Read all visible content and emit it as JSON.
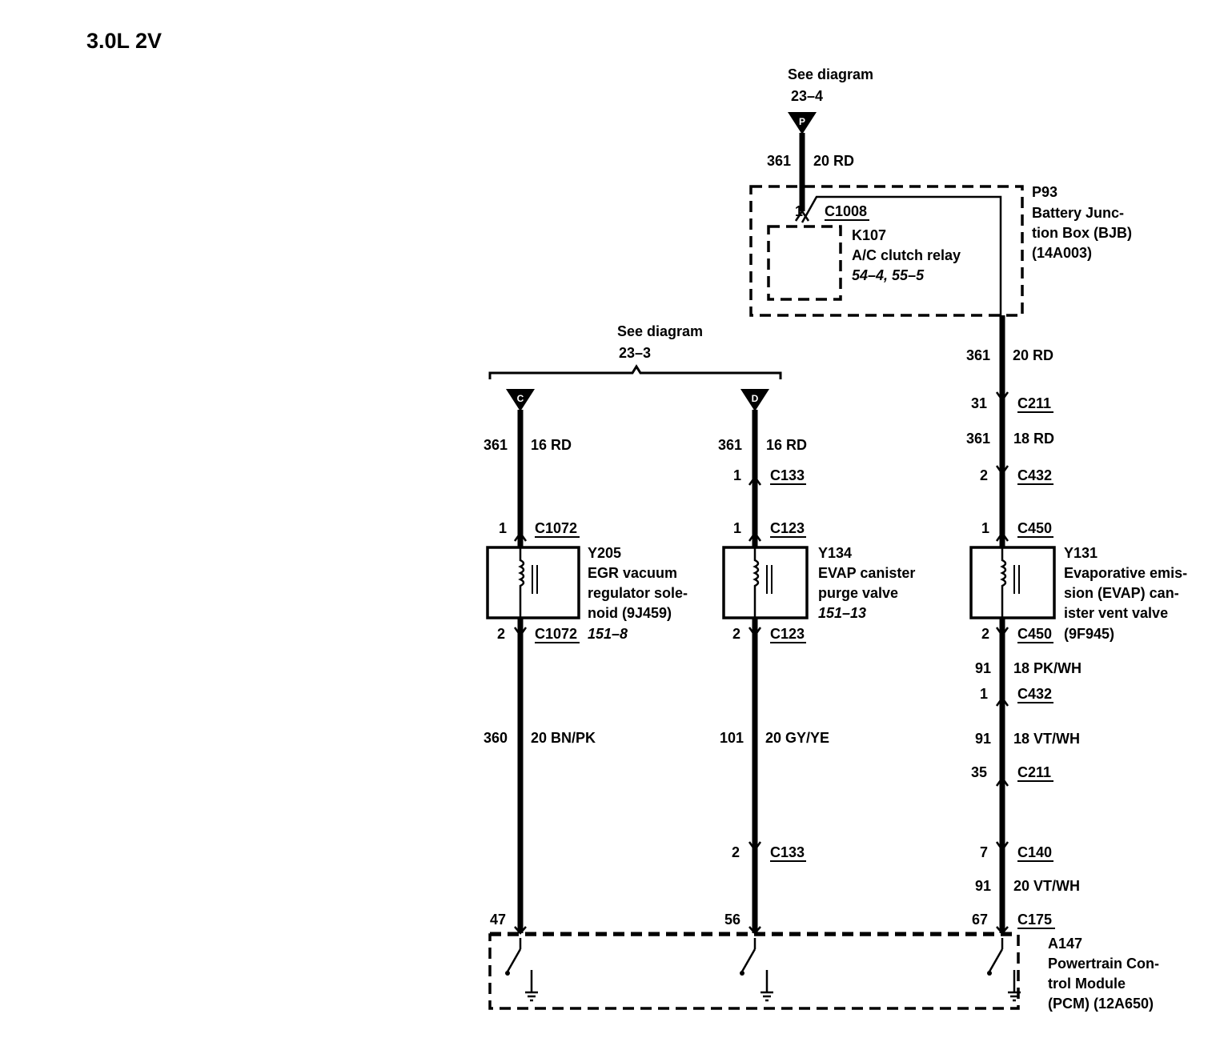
{
  "title": "3.0L 2V",
  "see_diagram_top": {
    "line1": "See diagram",
    "line2": "23–4",
    "letter": "P"
  },
  "see_diagram_mid": {
    "line1": "See diagram",
    "line2": "23–3",
    "letter_c": "C",
    "letter_d": "D"
  },
  "p93": {
    "top_wire": {
      "circuit": "361",
      "spec": "20 RD"
    },
    "pin": "1",
    "connector": "C1008",
    "relay": {
      "id": "K107",
      "name": "A/C clutch relay",
      "ref": "54–4, 55–5"
    },
    "label": {
      "id": "P93",
      "line1": "Battery Junc-",
      "line2": "tion Box (BJB)",
      "line3": "(14A003)"
    }
  },
  "branch_c": {
    "wire_top": {
      "circuit": "361",
      "spec": "16 RD"
    },
    "pin_top": "1",
    "conn_top": "C1072",
    "pin_bottom": "2",
    "conn_bottom": "C1072",
    "component": {
      "id": "Y205",
      "line1": "EGR vacuum",
      "line2": "regulator sole-",
      "line3": "noid (9J459)",
      "ref": "151–8"
    },
    "wire_bottom": {
      "circuit": "360",
      "spec": "20 BN/PK"
    },
    "pcm_pin": "47"
  },
  "branch_d": {
    "wire_top": {
      "circuit": "361",
      "spec": "16 RD"
    },
    "c133_pin_top": "1",
    "c133_conn_top": "C133",
    "pin_top": "1",
    "conn_top": "C123",
    "pin_bottom": "2",
    "conn_bottom": "C123",
    "component": {
      "id": "Y134",
      "line1": "EVAP canister",
      "line2": "purge valve",
      "ref": "151–13"
    },
    "wire_bottom": {
      "circuit": "101",
      "spec": "20 GY/YE"
    },
    "c133_pin_bottom": "2",
    "c133_conn_bottom": "C133",
    "pcm_pin": "56"
  },
  "branch_r": {
    "wire1": {
      "circuit": "361",
      "spec": "20 RD"
    },
    "c211_top": {
      "pin": "31",
      "conn": "C211"
    },
    "wire2": {
      "circuit": "361",
      "spec": "18 RD"
    },
    "c432_top": {
      "pin": "2",
      "conn": "C432"
    },
    "c450_top": {
      "pin": "1",
      "conn": "C450"
    },
    "component": {
      "id": "Y131",
      "line1": "Evaporative emis-",
      "line2": "sion (EVAP) can-",
      "line3": "ister vent valve",
      "line4": "(9F945)"
    },
    "c450_bottom": {
      "pin": "2",
      "conn": "C450"
    },
    "wire3": {
      "circuit": "91",
      "spec": "18 PK/WH"
    },
    "c432_bottom": {
      "pin": "1",
      "conn": "C432"
    },
    "wire4": {
      "circuit": "91",
      "spec": "18 VT/WH"
    },
    "c211_bottom": {
      "pin": "35",
      "conn": "C211"
    },
    "c140": {
      "pin": "7",
      "conn": "C140"
    },
    "wire5": {
      "circuit": "91",
      "spec": "20 VT/WH"
    },
    "c175": {
      "pin": "67",
      "conn": "C175"
    }
  },
  "pcm": {
    "id": "A147",
    "line1": "Powertrain Con-",
    "line2": "trol Module",
    "line3": "(PCM) (12A650)"
  }
}
